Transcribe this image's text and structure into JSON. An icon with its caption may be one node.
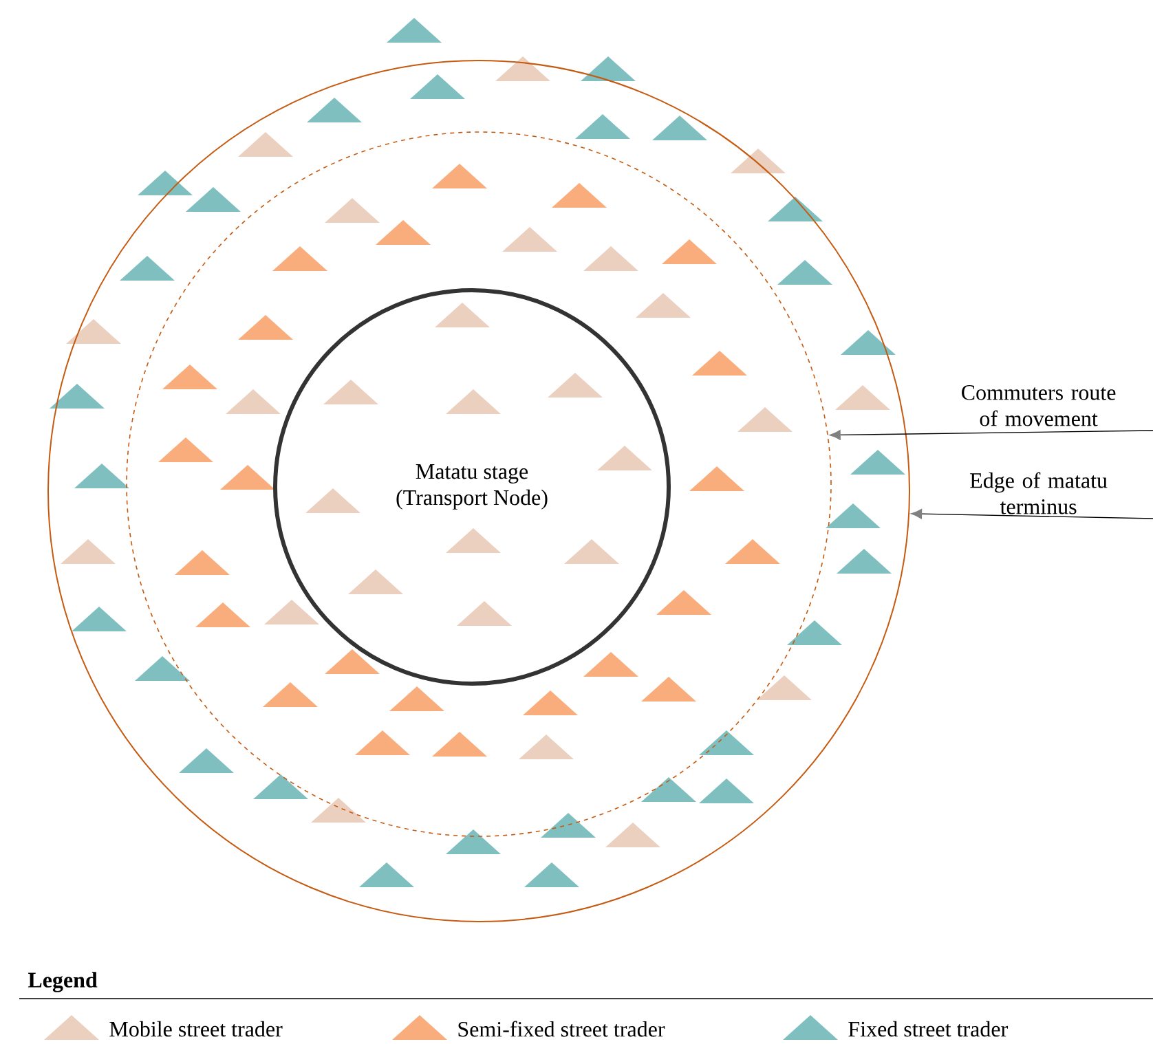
{
  "diagram": {
    "nodes": [
      {
        "text": [],
        "shape": "circle"
      },
      {
        "text": [],
        "shape": "circle",
        "in": 0
      },
      {
        "text": [
          "Matatu stage (Transport Node)"
        ],
        "in": 1
      },
      {
        "text": [
          "Commuters route of movement"
        ]
      },
      {
        "text": [
          "Edge of matatu terminus"
        ]
      }
    ],
    "edges": [
      {
        "from": 3,
        "to": 1,
        "arrow": "to"
      },
      {
        "from": 4,
        "to": 0,
        "arrow": "to"
      }
    ],
    "labels": [
      "Legend"
    ],
    "legend": [
      {
        "text": "Mobile street trader",
        "color": "#ebd0c0"
      },
      {
        "text": "Semi-fixed street trader",
        "color": "#f9ad7c"
      },
      {
        "text": "Fixed street trader",
        "color": "#7fbfbf"
      }
    ]
  }
}
